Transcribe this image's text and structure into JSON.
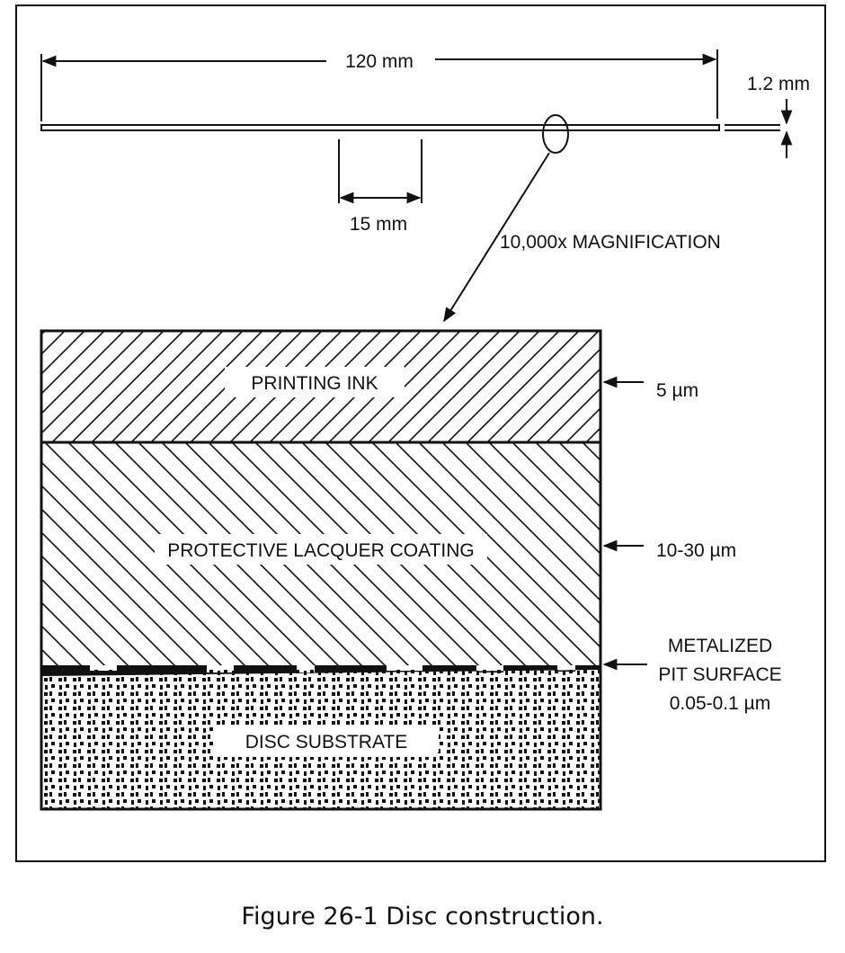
{
  "dimensions": {
    "diameter": "120 mm",
    "thickness": "1.2 mm",
    "center_hole": "15 mm",
    "magnification": "10,000x MAGNIFICATION"
  },
  "layers": [
    {
      "name": "PRINTING INK",
      "thickness": "5 µm"
    },
    {
      "name": "PROTECTIVE LACQUER COATING",
      "thickness": "10-30 µm"
    },
    {
      "name": "METALIZED PIT SURFACE",
      "name_line1": "METALIZED",
      "name_line2": "PIT SURFACE",
      "thickness": "0.05-0.1 µm"
    },
    {
      "name": "DISC SUBSTRATE"
    }
  ],
  "caption": "Figure 26-1 Disc construction."
}
